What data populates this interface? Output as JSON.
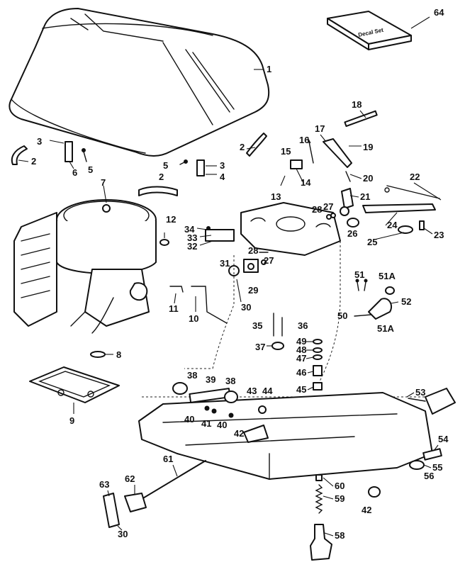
{
  "diagram": {
    "decal_set_text": "Decal Set",
    "callouts": [
      {
        "id": "c1",
        "label": "1"
      },
      {
        "id": "c2a",
        "label": "2"
      },
      {
        "id": "c2b",
        "label": "2"
      },
      {
        "id": "c2c",
        "label": "2"
      },
      {
        "id": "c3a",
        "label": "3"
      },
      {
        "id": "c3b",
        "label": "3"
      },
      {
        "id": "c4",
        "label": "4"
      },
      {
        "id": "c5a",
        "label": "5"
      },
      {
        "id": "c5b",
        "label": "5"
      },
      {
        "id": "c6",
        "label": "6"
      },
      {
        "id": "c7",
        "label": "7"
      },
      {
        "id": "c8",
        "label": "8"
      },
      {
        "id": "c9",
        "label": "9"
      },
      {
        "id": "c10",
        "label": "10"
      },
      {
        "id": "c11",
        "label": "11"
      },
      {
        "id": "c12",
        "label": "12"
      },
      {
        "id": "c13",
        "label": "13"
      },
      {
        "id": "c14",
        "label": "14"
      },
      {
        "id": "c15",
        "label": "15"
      },
      {
        "id": "c16",
        "label": "16"
      },
      {
        "id": "c17",
        "label": "17"
      },
      {
        "id": "c18",
        "label": "18"
      },
      {
        "id": "c19",
        "label": "19"
      },
      {
        "id": "c20",
        "label": "20"
      },
      {
        "id": "c21",
        "label": "21"
      },
      {
        "id": "c22",
        "label": "22"
      },
      {
        "id": "c23",
        "label": "23"
      },
      {
        "id": "c24",
        "label": "24"
      },
      {
        "id": "c25",
        "label": "25"
      },
      {
        "id": "c26",
        "label": "26"
      },
      {
        "id": "c27a",
        "label": "27"
      },
      {
        "id": "c27b",
        "label": "27"
      },
      {
        "id": "c28a",
        "label": "28"
      },
      {
        "id": "c28b",
        "label": "28"
      },
      {
        "id": "c29",
        "label": "29"
      },
      {
        "id": "c30a",
        "label": "30"
      },
      {
        "id": "c30b",
        "label": "30"
      },
      {
        "id": "c31",
        "label": "31"
      },
      {
        "id": "c32",
        "label": "32"
      },
      {
        "id": "c33",
        "label": "33"
      },
      {
        "id": "c34",
        "label": "34"
      },
      {
        "id": "c35",
        "label": "35"
      },
      {
        "id": "c36",
        "label": "36"
      },
      {
        "id": "c37",
        "label": "37"
      },
      {
        "id": "c38a",
        "label": "38"
      },
      {
        "id": "c38b",
        "label": "38"
      },
      {
        "id": "c39",
        "label": "39"
      },
      {
        "id": "c40a",
        "label": "40"
      },
      {
        "id": "c40b",
        "label": "40"
      },
      {
        "id": "c41",
        "label": "41"
      },
      {
        "id": "c42a",
        "label": "42"
      },
      {
        "id": "c42b",
        "label": "42"
      },
      {
        "id": "c43",
        "label": "43"
      },
      {
        "id": "c44",
        "label": "44"
      },
      {
        "id": "c45",
        "label": "45"
      },
      {
        "id": "c46",
        "label": "46"
      },
      {
        "id": "c47",
        "label": "47"
      },
      {
        "id": "c48",
        "label": "48"
      },
      {
        "id": "c49",
        "label": "49"
      },
      {
        "id": "c50",
        "label": "50"
      },
      {
        "id": "c51",
        "label": "51"
      },
      {
        "id": "c51a1",
        "label": "51A"
      },
      {
        "id": "c51a2",
        "label": "51A"
      },
      {
        "id": "c52",
        "label": "52"
      },
      {
        "id": "c53",
        "label": "53"
      },
      {
        "id": "c54",
        "label": "54"
      },
      {
        "id": "c55",
        "label": "55"
      },
      {
        "id": "c56",
        "label": "56"
      },
      {
        "id": "c58",
        "label": "58"
      },
      {
        "id": "c59",
        "label": "59"
      },
      {
        "id": "c60",
        "label": "60"
      },
      {
        "id": "c61",
        "label": "61"
      },
      {
        "id": "c62",
        "label": "62"
      },
      {
        "id": "c63",
        "label": "63"
      },
      {
        "id": "c64",
        "label": "64"
      }
    ]
  }
}
